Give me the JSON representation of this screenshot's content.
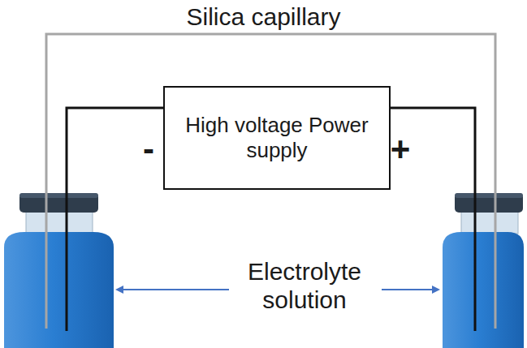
{
  "diagram": {
    "nodes": [
      {
        "text": [
          "High voltage Power supply"
        ]
      }
    ],
    "labels": [
      "Silica capillary",
      "-",
      "+",
      "Electrolyte solution"
    ]
  }
}
